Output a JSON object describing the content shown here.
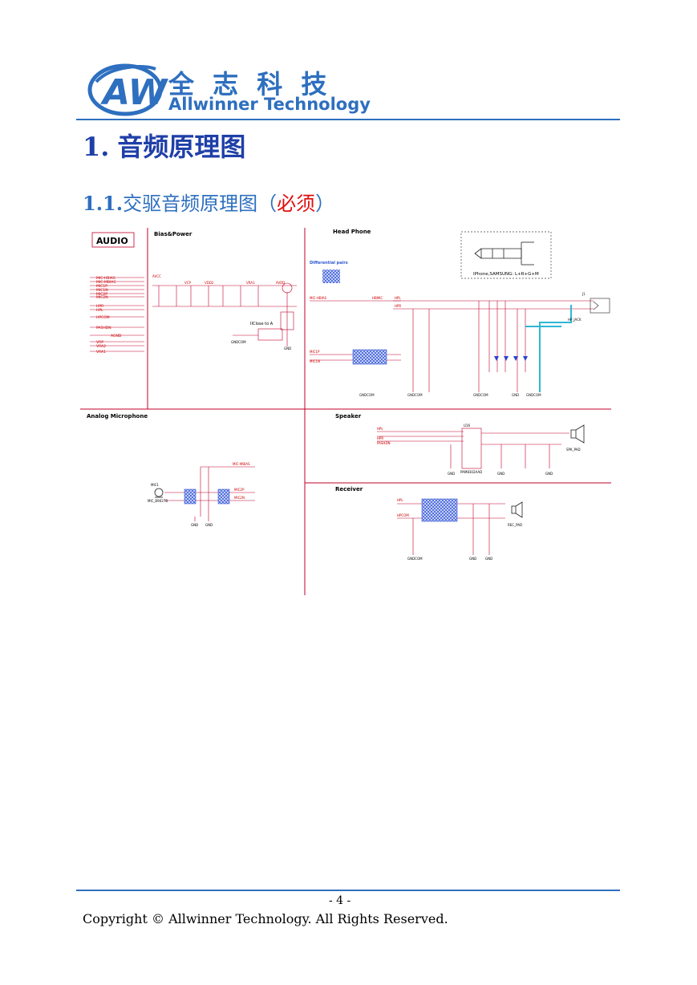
{
  "header": {
    "logo_cn": "全 志 科 技",
    "logo_en": "Allwinner Technology",
    "logo_mark": "AW",
    "brand_color": "#2e6fbf"
  },
  "heading1": {
    "number": "1.",
    "text": "音频原理图"
  },
  "heading2": {
    "number": "1.1.",
    "text": "交驱音频原理图",
    "open": "（",
    "required": "必须",
    "close": "）"
  },
  "schematic": {
    "panel_audio": "AUDIO",
    "panel_bias_power": "Bias&Power",
    "panel_headphone": "Head Phone",
    "panel_analog_mic": "Analog Microphone",
    "panel_speaker": "Speaker",
    "panel_receiver": "Receiver",
    "differential_pairs": "Differential pairs",
    "jack_note": "IPhone,SAMSUNG: L+R+G+M",
    "close_note": "IIClose to A",
    "nets_left": [
      "MIC-HBIAS",
      "MIC-MBIAS",
      "MIC1P",
      "MIC1N",
      "MIC2P",
      "MIC2N",
      "HPR",
      "HPL",
      "HPCOM",
      "PASHDN",
      "AGND",
      "VRP",
      "VRA2",
      "VRA1"
    ],
    "labels": {
      "avcc": "AVCC",
      "vcp": "VCP",
      "vcm": "VDD2",
      "vra": "VRA1",
      "avdd": "AVDD",
      "gnd": "GND",
      "gndcom": "GNDCOM",
      "j1": "J1",
      "hp_jack": "HP_JACK",
      "u16": "U16",
      "pam": "PAM8302AAD",
      "speaker": "SPK_PAD",
      "receiver": "REC_PAD",
      "mic1": "MIC1",
      "mic_part": "MIC_B9027B",
      "mic_mbias": "MIC-MBIAS",
      "hbmic": "HBMIC",
      "hpcom": "HPCOM",
      "hpl": "HPL",
      "hpr": "HPR"
    },
    "line_color": "#c0002a",
    "net_color": "#cc0000",
    "highlight_color": "#2fb7d6",
    "hatch_color": "#3b5bd6"
  },
  "footer": {
    "page_number": "- 4 -",
    "copyright": "Copyright © Allwinner Technology. All Rights Reserved."
  }
}
